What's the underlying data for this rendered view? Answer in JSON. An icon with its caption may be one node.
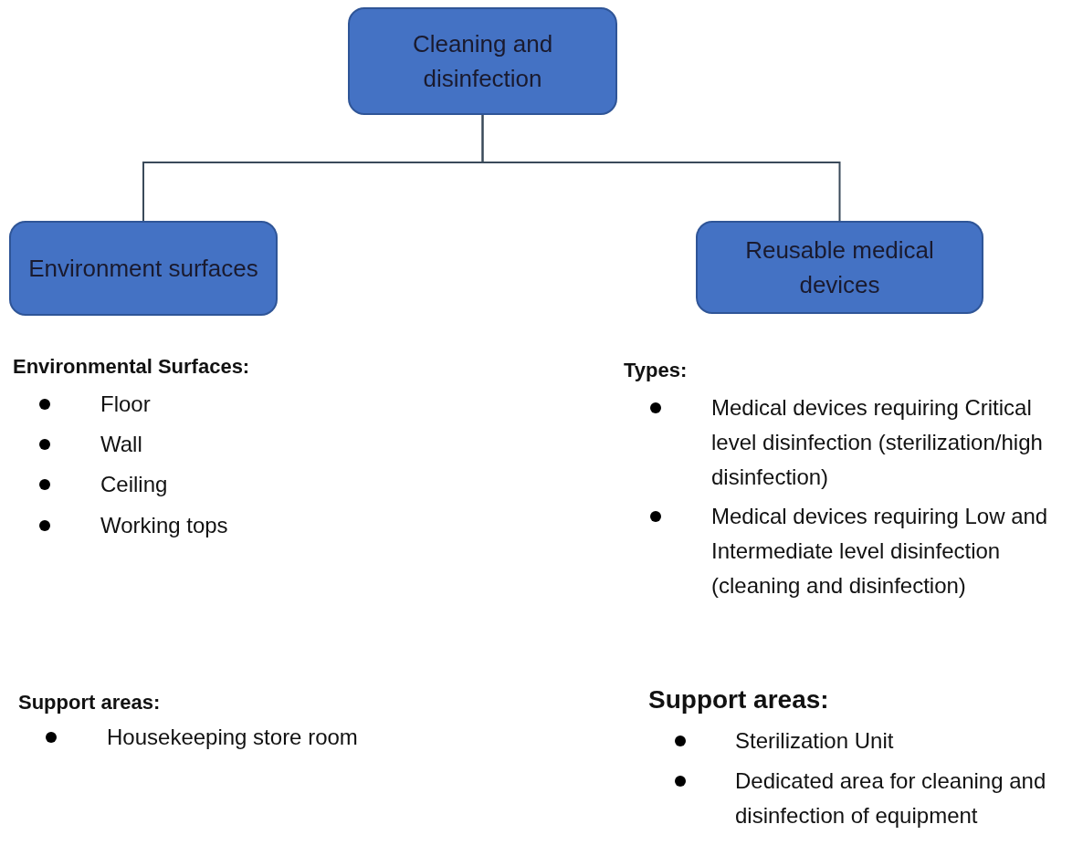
{
  "diagram": {
    "nodes": [
      {
        "text": [
          "Cleaning and disinfection"
        ]
      },
      {
        "text": [
          "Environment surfaces"
        ]
      },
      {
        "text": [
          "Reusable medical devices"
        ]
      }
    ],
    "edges": [
      {
        "from": 0,
        "to": 1,
        "arrow": "none"
      },
      {
        "from": 0,
        "to": 2,
        "arrow": "none"
      }
    ],
    "labels": [
      "Environmental Surfaces:",
      "Floor",
      "Wall",
      "Ceiling",
      "Working tops",
      "Types:",
      "Medical devices requiring Critical level disinfection (sterilization/high disinfection)",
      "Medical devices requiring Low and Intermediate level disinfection (cleaning and disinfection)",
      "Support areas:",
      "Housekeeping store room",
      "Support areas:",
      "Sterilization Unit",
      "Dedicated area for cleaning and disinfection of equipment"
    ]
  }
}
